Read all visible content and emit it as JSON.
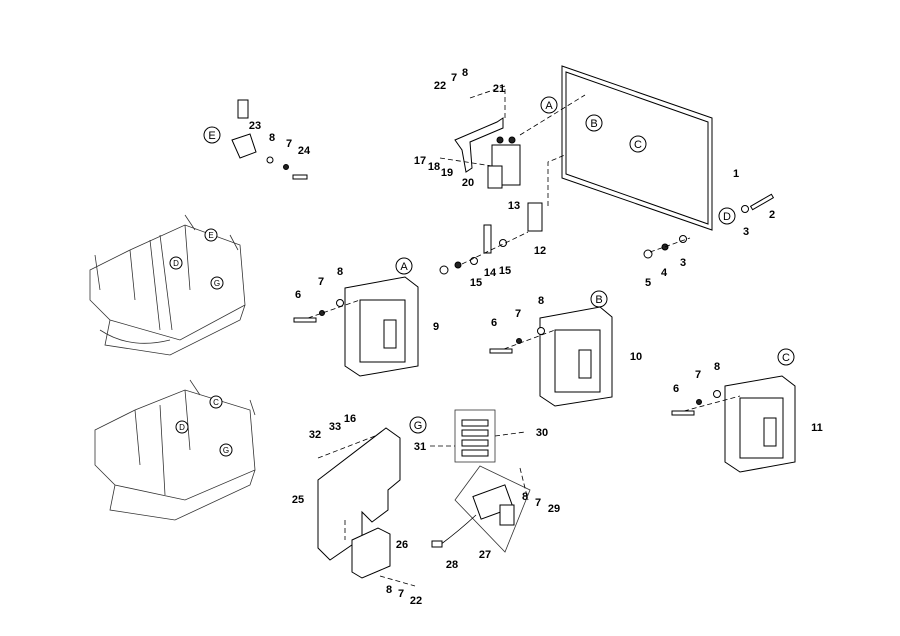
{
  "diagram": {
    "callouts": [
      "E",
      "23",
      "8",
      "7",
      "24",
      "22",
      "7",
      "8",
      "21",
      "A",
      "B",
      "C",
      "1",
      "17",
      "18",
      "19",
      "20",
      "13",
      "12",
      "14",
      "15",
      "15",
      "D",
      "2",
      "3",
      "3",
      "4",
      "5",
      "6",
      "7",
      "8",
      "A",
      "9",
      "6",
      "7",
      "8",
      "B",
      "10",
      "6",
      "7",
      "8",
      "C",
      "11",
      "32",
      "33",
      "16",
      "G",
      "31",
      "30",
      "25",
      "26",
      "8",
      "7",
      "29",
      "27",
      "28",
      "8",
      "7",
      "22"
    ],
    "frame_letters": [
      "E",
      "D",
      "G",
      "C",
      "D",
      "G"
    ]
  }
}
